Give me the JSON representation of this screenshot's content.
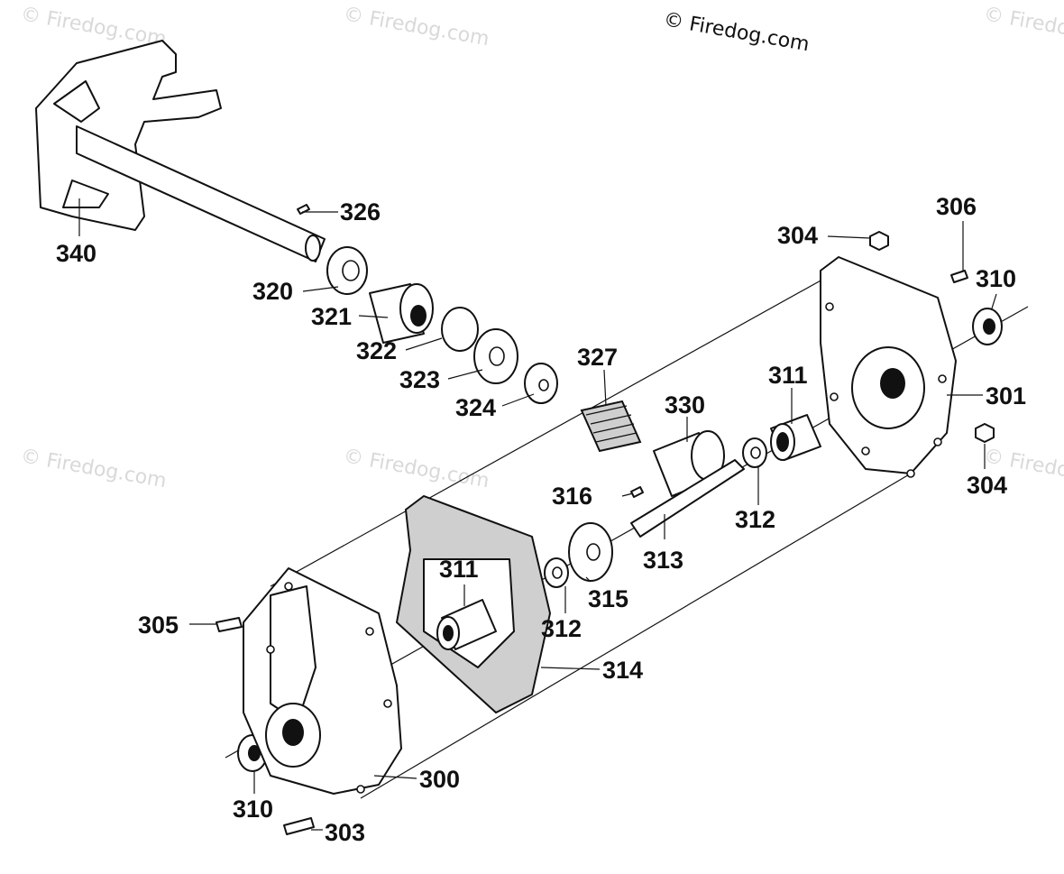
{
  "copyright": "© Firedog.com",
  "watermarks": [
    "© Firedog.com",
    "© Firedog.com",
    "© Firedog.com",
    "© Firedog.com",
    "© Firedog.com",
    "© Firedog.com"
  ],
  "labels": {
    "p340": "340",
    "p326": "326",
    "p320": "320",
    "p321": "321",
    "p322": "322",
    "p323": "323",
    "p324": "324",
    "p327": "327",
    "p330": "330",
    "p311a": "311",
    "p311b": "311",
    "p312a": "312",
    "p312b": "312",
    "p313": "313",
    "p314": "314",
    "p315": "315",
    "p316": "316",
    "p301": "301",
    "p300": "300",
    "p303": "303",
    "p304a": "304",
    "p304b": "304",
    "p305": "305",
    "p306": "306",
    "p310a": "310",
    "p310b": "310"
  }
}
